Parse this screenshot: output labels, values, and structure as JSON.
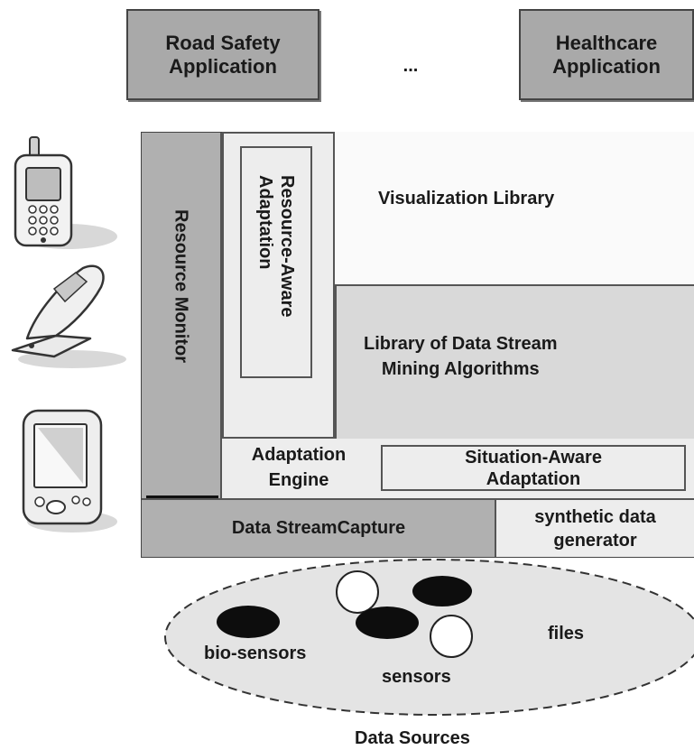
{
  "applications": {
    "road_safety": "Road Safety\nApplication",
    "ellipsis": "...",
    "healthcare": "Healthcare\nApplication"
  },
  "architecture": {
    "resource_monitor": "Resource Monitor",
    "resource_aware_adaptation": "Resource-Aware\nAdaptation",
    "visualization_library": "Visualization Library",
    "mining_library": "Library of Data Stream\nMining Algorithms",
    "adaptation_engine": "Adaptation\nEngine",
    "situation_aware_adaptation": "Situation-Aware\nAdaptation",
    "data_stream_capture": "Data StreamCapture",
    "synthetic_data_generator": "synthetic data\ngenerator"
  },
  "data_sources": {
    "bio_sensors": "bio-sensors",
    "sensors": "sensors",
    "files": "files",
    "caption": "Data Sources"
  },
  "devices": [
    {
      "icon": "mobile-phone-icon"
    },
    {
      "icon": "flip-phone-icon"
    },
    {
      "icon": "pda-icon"
    }
  ],
  "colors": {
    "app_fill": "#a9a9a9",
    "dark_panel": "#b0b0b0",
    "mid_panel": "#d9d9d9",
    "light_panel": "#ececec",
    "white_panel": "#fafafa"
  }
}
